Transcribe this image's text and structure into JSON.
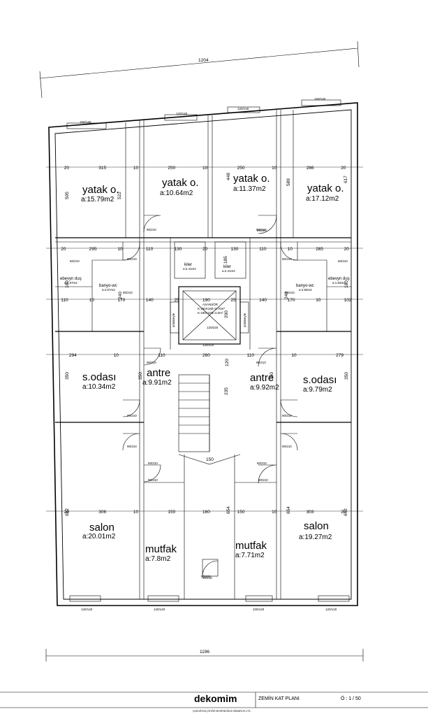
{
  "rooms": {
    "yatak_1": {
      "name": "yatak o.",
      "area": "a:15.79m2"
    },
    "yatak_2": {
      "name": "yatak o.",
      "area": "a:10.64m2"
    },
    "yatak_3": {
      "name": "yatak o.",
      "area": "a:11.37m2"
    },
    "yatak_4": {
      "name": "yatak o.",
      "area": "a:17.12m2"
    },
    "ebevyn_l": {
      "name": "ebevyn duş",
      "area": "a:1.97m2"
    },
    "banyo_l": {
      "name": "banyo-wc",
      "area": "a:4.57m2"
    },
    "kiler_l": {
      "name": "kiler",
      "area": "a:2.41m2"
    },
    "kiler_r": {
      "name": "kiler",
      "area": "a:2.41m2"
    },
    "banyo_r": {
      "name": "banyo-wc",
      "area": "a:4.56m2"
    },
    "ebevyn_r": {
      "name": "ebevyn duş",
      "area": "a:1.83m2"
    },
    "sodasi_l": {
      "name": "s.odası",
      "area": "a:10.34m2"
    },
    "antre_l": {
      "name": "antre",
      "area": "a:9.91m2"
    },
    "antre_r": {
      "name": "antre",
      "area": "a:9.92m2"
    },
    "sodasi_r": {
      "name": "s.odası",
      "area": "a:9.79m2"
    },
    "salon_l": {
      "name": "salon",
      "area": "a:20.01m2"
    },
    "mutfak_l": {
      "name": "mutfak",
      "area": "a:7.8m2"
    },
    "mutfak_r": {
      "name": "mutfak",
      "area": "a:7.71m2"
    },
    "salon_r": {
      "name": "salon",
      "area": "a:19.27m2"
    }
  },
  "dimensions": {
    "top_total": "1204",
    "bottom_total": "1196",
    "row1": [
      "20",
      "315",
      "10",
      "250",
      "10",
      "250",
      "10",
      "286",
      "20"
    ],
    "row2": [
      "20",
      "295",
      "10",
      "110",
      "130",
      "20",
      "130",
      "110",
      "10",
      "285",
      "20"
    ],
    "row3": [
      "110",
      "10",
      "170",
      "140",
      "25",
      "190",
      "25",
      "140",
      "170",
      "10",
      "102"
    ],
    "row4": [
      "294",
      "10",
      "110",
      "260",
      "110",
      "10",
      "279"
    ],
    "row5": [
      "20",
      "306",
      "10",
      "150",
      "160",
      "150",
      "10",
      "303",
      "20"
    ],
    "vertical": [
      "505",
      "522",
      "448",
      "589",
      "617",
      "185",
      "180",
      "240",
      "240",
      "180",
      "350",
      "350",
      "350",
      "350",
      "200",
      "120",
      "235",
      "662",
      "654",
      "654",
      "652"
    ],
    "stair_width": "150"
  },
  "windows": {
    "top": [
      "150/140",
      "120/140",
      "120/140",
      "150/140"
    ],
    "bottom": [
      "120/140",
      "120/140",
      "100/140",
      "120/140"
    ],
    "other": [
      "60/210",
      "60/210",
      "80/220",
      "80/220",
      "60/210",
      "60/210"
    ],
    "doors": [
      "90/210",
      "90/210",
      "80/210",
      "80/210",
      "90/210",
      "90/210",
      "90/210",
      "90/210",
      "90/210",
      "90/210",
      "90/210",
      "90/210",
      "90/210",
      "90/210",
      "120/220",
      "90/210"
    ]
  },
  "elevator": {
    "lines": [
      "ASANSÖR",
      "K:150X180+2.70m²",
      "K:180X220=4.0m²"
    ],
    "label_left": "şömineyle",
    "label_right": "şömineyle",
    "door": "120/220"
  },
  "title_block": {
    "logo": "dekomim",
    "logo_subtitle": "ÇUKUROVA ÇEVRE MÜHENDİSLİK MİMARLIK LTD.",
    "plan_title": "ZEMİN  KAT PLANI",
    "scale": "Ö : 1 / 50"
  }
}
